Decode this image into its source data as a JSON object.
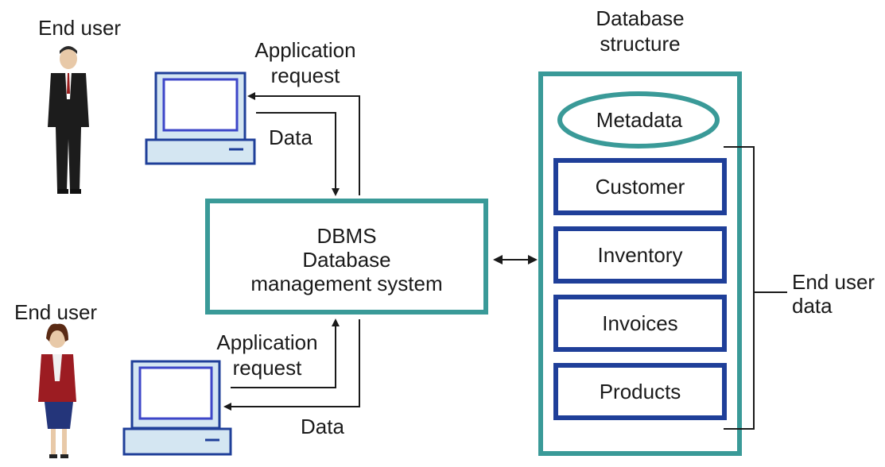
{
  "users": {
    "top_label": "End user",
    "bottom_label": "End user"
  },
  "top_flow": {
    "request_line1": "Application",
    "request_line2": "request",
    "data_label": "Data"
  },
  "bottom_flow": {
    "request_line1": "Application",
    "request_line2": "request",
    "data_label": "Data"
  },
  "dbms": {
    "line1": "DBMS",
    "line2": "Database",
    "line3": "management system"
  },
  "database": {
    "title_line1": "Database",
    "title_line2": "structure",
    "metadata": "Metadata",
    "tables": [
      "Customer",
      "Inventory",
      "Invoices",
      "Products"
    ],
    "end_user_data_line1": "End user",
    "end_user_data_line2": "data"
  },
  "colors": {
    "teal": "#3a9a98",
    "navy": "#1f3f99",
    "screen": "#3d46c8",
    "computer_fill": "#d4e6f2",
    "dark": "#1a1a1a"
  }
}
